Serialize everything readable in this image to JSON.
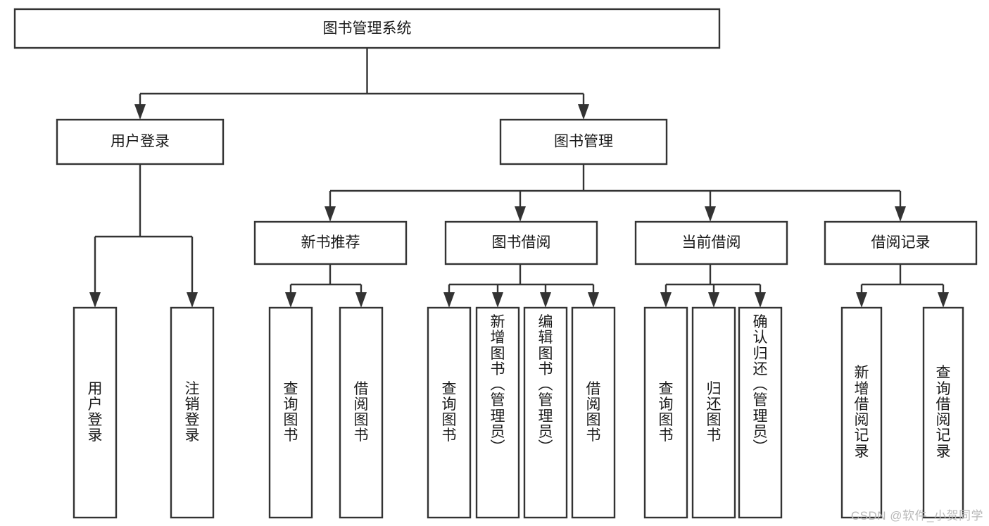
{
  "diagram": {
    "type": "tree-hierarchy",
    "title": "图书管理系统",
    "orientation": "top-down",
    "background_color": "#ffffff",
    "line_color": "#333333",
    "box_fill": "#ffffff",
    "text_color": "#1a1a1a",
    "root": {
      "id": "root",
      "label": "图书管理系统",
      "level": 0,
      "text_orientation": "horizontal"
    },
    "level1": [
      {
        "id": "user-login",
        "label": "用户登录",
        "level": 1,
        "text_orientation": "horizontal"
      },
      {
        "id": "book-management",
        "label": "图书管理",
        "level": 1,
        "text_orientation": "horizontal"
      }
    ],
    "level2": [
      {
        "id": "new-book-recommend",
        "label": "新书推荐",
        "level": 2,
        "parent": "book-management",
        "text_orientation": "horizontal"
      },
      {
        "id": "book-borrow",
        "label": "图书借阅",
        "level": 2,
        "parent": "book-management",
        "text_orientation": "horizontal"
      },
      {
        "id": "current-borrow",
        "label": "当前借阅",
        "level": 2,
        "parent": "book-management",
        "text_orientation": "horizontal"
      },
      {
        "id": "borrow-record",
        "label": "借阅记录",
        "level": 2,
        "parent": "book-management",
        "text_orientation": "horizontal"
      }
    ],
    "leaves": [
      {
        "id": "leaf-user-login",
        "label": "用户登录",
        "parent": "user-login",
        "text_orientation": "vertical",
        "chars": [
          "用",
          "户",
          "登",
          "录"
        ]
      },
      {
        "id": "leaf-user-logout",
        "label": "注销登录",
        "parent": "user-login",
        "text_orientation": "vertical",
        "chars": [
          "注",
          "销",
          "登",
          "录"
        ]
      },
      {
        "id": "leaf-query-book-1",
        "label": "查询图书",
        "parent": "new-book-recommend",
        "text_orientation": "vertical",
        "chars": [
          "查",
          "询",
          "图",
          "书"
        ]
      },
      {
        "id": "leaf-borrow-book-1",
        "label": "借阅图书",
        "parent": "new-book-recommend",
        "text_orientation": "vertical",
        "chars": [
          "借",
          "阅",
          "图",
          "书"
        ]
      },
      {
        "id": "leaf-query-book-2",
        "label": "查询图书",
        "parent": "book-borrow",
        "text_orientation": "vertical",
        "chars": [
          "查",
          "询",
          "图",
          "书"
        ]
      },
      {
        "id": "leaf-add-book",
        "label": "新增图书（管理员）",
        "parent": "book-borrow",
        "text_orientation": "vertical",
        "chars": [
          "新",
          "增",
          "图",
          "书",
          "（",
          "管",
          "理",
          "员",
          "）"
        ]
      },
      {
        "id": "leaf-edit-book",
        "label": "编辑图书（管理员）",
        "parent": "book-borrow",
        "text_orientation": "vertical",
        "chars": [
          "编",
          "辑",
          "图",
          "书",
          "（",
          "管",
          "理",
          "员",
          "）"
        ]
      },
      {
        "id": "leaf-borrow-book-2",
        "label": "借阅图书",
        "parent": "book-borrow",
        "text_orientation": "vertical",
        "chars": [
          "借",
          "阅",
          "图",
          "书"
        ]
      },
      {
        "id": "leaf-query-book-3",
        "label": "查询图书",
        "parent": "current-borrow",
        "text_orientation": "vertical",
        "chars": [
          "查",
          "询",
          "图",
          "书"
        ]
      },
      {
        "id": "leaf-return-book",
        "label": "归还图书",
        "parent": "current-borrow",
        "text_orientation": "vertical",
        "chars": [
          "归",
          "还",
          "图",
          "书"
        ]
      },
      {
        "id": "leaf-confirm-return",
        "label": "确认归还（管理员）",
        "parent": "current-borrow",
        "text_orientation": "vertical",
        "chars": [
          "确",
          "认",
          "归",
          "还",
          "（",
          "管",
          "理",
          "员",
          "）"
        ]
      },
      {
        "id": "leaf-add-borrow-record",
        "label": "新增借阅记录",
        "parent": "borrow-record",
        "text_orientation": "vertical",
        "chars": [
          "新",
          "增",
          "借",
          "阅",
          "记",
          "录"
        ]
      },
      {
        "id": "leaf-query-borrow-record",
        "label": "查询借阅记录",
        "parent": "borrow-record",
        "text_orientation": "vertical",
        "chars": [
          "查",
          "询",
          "借",
          "阅",
          "记",
          "录"
        ]
      }
    ]
  },
  "watermark": {
    "text": "CSDN @软件_小贺同学"
  }
}
